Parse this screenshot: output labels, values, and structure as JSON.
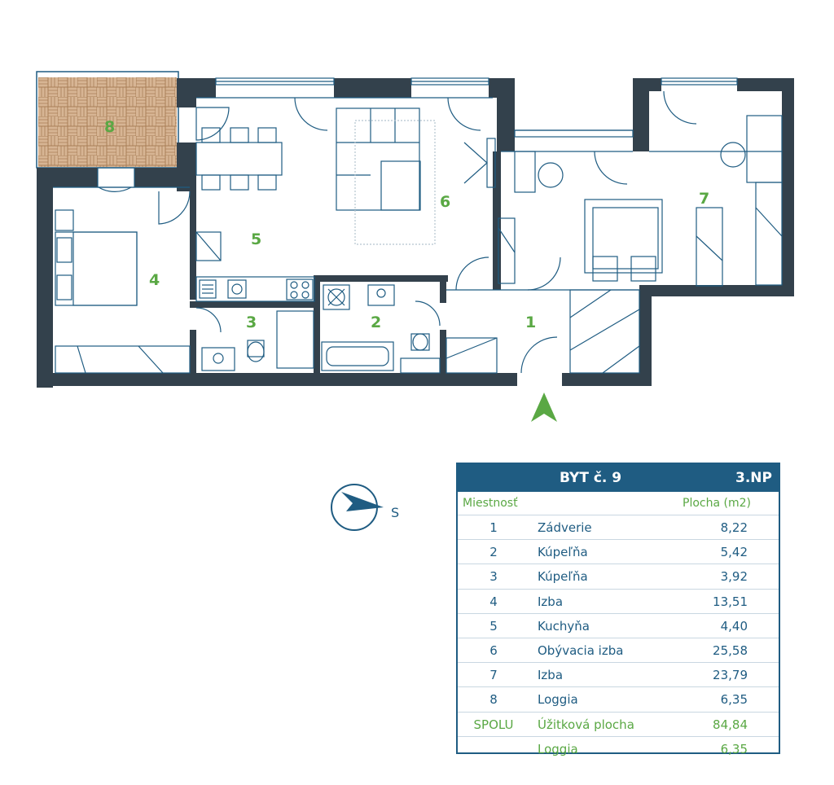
{
  "rooms_on_plan": [
    {
      "number": "1"
    },
    {
      "number": "2"
    },
    {
      "number": "3"
    },
    {
      "number": "4"
    },
    {
      "number": "5"
    },
    {
      "number": "6"
    },
    {
      "number": "7"
    },
    {
      "number": "8"
    }
  ],
  "compass": {
    "label": "S"
  },
  "table": {
    "title": "BYT č. 9",
    "floor": "3.NP",
    "col_room": "Miestnosť",
    "col_area": "Plocha (m2)",
    "rows": [
      {
        "no": "1",
        "name": "Zádverie",
        "area": "8,22"
      },
      {
        "no": "2",
        "name": "Kúpeľňa",
        "area": "5,42"
      },
      {
        "no": "3",
        "name": "Kúpeľňa",
        "area": "3,92"
      },
      {
        "no": "4",
        "name": "Izba",
        "area": "13,51"
      },
      {
        "no": "5",
        "name": "Kuchyňa",
        "area": "4,40"
      },
      {
        "no": "6",
        "name": "Obývacia izba",
        "area": "25,58"
      },
      {
        "no": "7",
        "name": "Izba",
        "area": "23,79"
      },
      {
        "no": "8",
        "name": "Loggia",
        "area": "6,35"
      }
    ],
    "total_label": "SPOLU",
    "total_name": "Úžitková plocha",
    "total_area": "84,84",
    "loggia_name": "Loggia",
    "loggia_area": "6,35"
  },
  "colors": {
    "wall": "#33414c",
    "line": "#1f5c82",
    "accent_green": "#5aa844",
    "loggia_fill": "#d7b594",
    "entrance_arrow": "#5aa844"
  }
}
